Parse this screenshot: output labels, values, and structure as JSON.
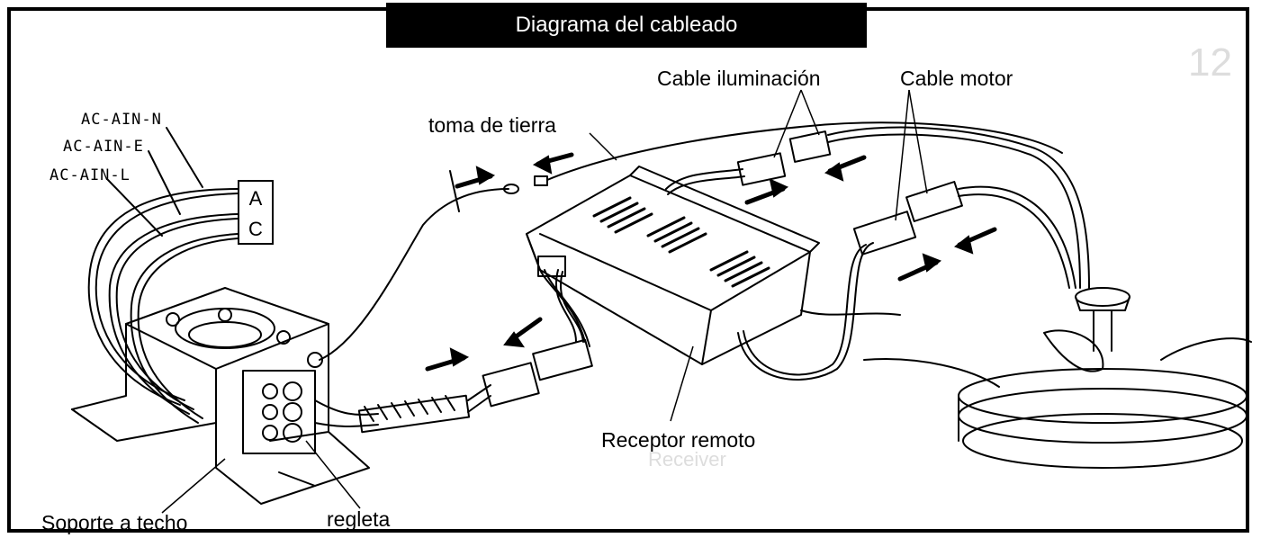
{
  "title": "Diagrama del cableado",
  "labels": {
    "toma_de_tierra": "toma de tierra",
    "cable_iluminacion": "Cable iluminación",
    "cable_motor": "Cable motor",
    "receptor_remoto": "Receptor remoto",
    "soporte_a_techo": "Soporte a techo",
    "regleta": "regleta"
  },
  "wire_labels": [
    "AC-AIN-N",
    "AC-AIN-E",
    "AC-AIN-L"
  ],
  "ac_box": {
    "top": "A",
    "bottom": "C"
  },
  "ghost_text": {
    "page_number": "12",
    "receiver": "Receiver"
  },
  "colors": {
    "line": "#000000",
    "background": "#ffffff",
    "title_bg": "#000000",
    "title_fg": "#ffffff"
  }
}
